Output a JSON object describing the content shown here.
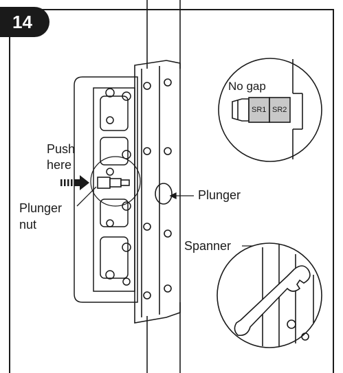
{
  "step": {
    "number": "14"
  },
  "labels": {
    "push_here": [
      "Push",
      "here"
    ],
    "plunger_nut": [
      "Plunger",
      "nut"
    ],
    "plunger": "Plunger",
    "spanner": "Spanner"
  },
  "inset_gap": {
    "title": "No gap",
    "segments": [
      "SR1",
      "SR2"
    ]
  },
  "colors": {
    "line": "#1a1a1a",
    "frame": "#1a1a1a",
    "segment_fill": "#c8c8c8",
    "badge": "#1a1a1a"
  }
}
